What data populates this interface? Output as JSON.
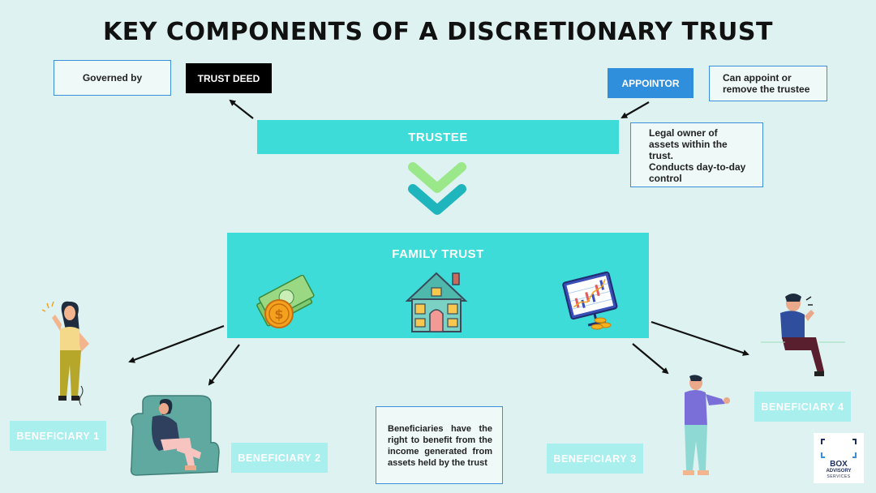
{
  "title": "KEY COMPONENTS OF A DISCRETIONARY TRUST",
  "governed_by": "Governed by",
  "trust_deed": "TRUST DEED",
  "appointor": "APPOINTOR",
  "appointor_note_line1": "Can appoint or",
  "appointor_note_line2": "remove the trustee",
  "trustee": "TRUSTEE",
  "trustee_note": [
    "Legal owner of",
    "assets within the",
    "trust.",
    "Conducts day-to-day",
    "control"
  ],
  "family_trust": "FAMILY TRUST",
  "beneficiaries": [
    "BENEFICIARY 1",
    "BENEFICIARY 2",
    "BENEFICIARY 3",
    "BENEFICIARY 4"
  ],
  "beneficiaries_note": "Beneficiaries have the right to benefit from the income generated from assets held by the trust",
  "logo": {
    "line1": "BOX",
    "line2": "ADVISORY",
    "line3": "SERVICES"
  },
  "colors": {
    "background": "#def3f1",
    "teal": "#3ddcd9",
    "light_teal": "#a9efee",
    "blue": "#2f8fdc",
    "chevron_top": "#9be88a",
    "chevron_bottom": "#1fb5bd"
  },
  "icons": [
    "money-icon",
    "house-icon",
    "stock-chart-icon"
  ]
}
